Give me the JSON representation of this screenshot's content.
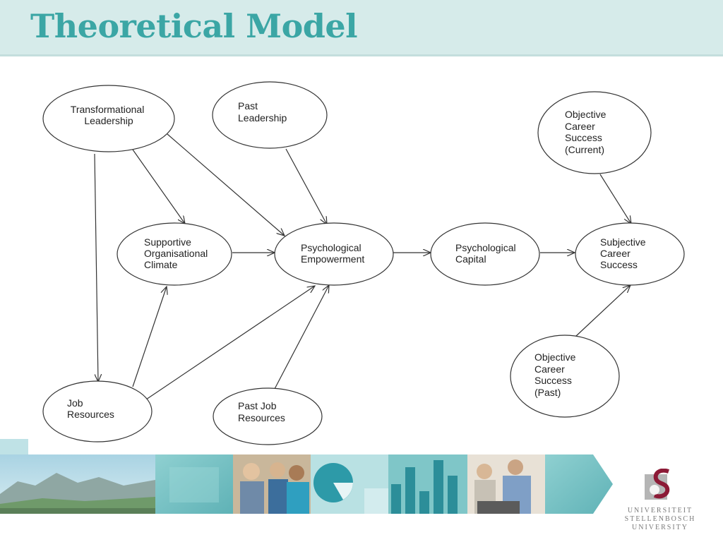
{
  "slide": {
    "title": "Theoretical Model"
  },
  "nodes": [
    {
      "id": "transformational-leadership",
      "lines": [
        "Transformational",
        "Leadership"
      ]
    },
    {
      "id": "past-leadership",
      "lines": [
        "Past",
        "Leadership"
      ]
    },
    {
      "id": "supportive-organisational-climate",
      "lines": [
        "Supportive",
        "Organisational",
        "Climate"
      ]
    },
    {
      "id": "psychological-empowerment",
      "lines": [
        "Psychological",
        "Empowerment"
      ]
    },
    {
      "id": "psychological-capital",
      "lines": [
        "Psychological",
        "Capital"
      ]
    },
    {
      "id": "subjective-career-success",
      "lines": [
        "Subjective",
        "Career",
        "Success"
      ]
    },
    {
      "id": "objective-career-success-current",
      "lines": [
        "Objective",
        "Career",
        "Success",
        "(Current)"
      ]
    },
    {
      "id": "objective-career-success-past",
      "lines": [
        "Objective",
        "Career",
        "Success",
        "(Past)"
      ]
    },
    {
      "id": "job-resources",
      "lines": [
        "Job",
        "Resources"
      ]
    },
    {
      "id": "past-job-resources",
      "lines": [
        "Past Job",
        "Resources"
      ]
    }
  ],
  "edges": [
    [
      "transformational-leadership",
      "job-resources"
    ],
    [
      "transformational-leadership",
      "supportive-organisational-climate"
    ],
    [
      "transformational-leadership",
      "psychological-empowerment"
    ],
    [
      "past-leadership",
      "psychological-empowerment"
    ],
    [
      "supportive-organisational-climate",
      "psychological-empowerment"
    ],
    [
      "job-resources",
      "supportive-organisational-climate"
    ],
    [
      "job-resources",
      "psychological-empowerment"
    ],
    [
      "past-job-resources",
      "psychological-empowerment"
    ],
    [
      "psychological-empowerment",
      "psychological-capital"
    ],
    [
      "psychological-capital",
      "subjective-career-success"
    ],
    [
      "objective-career-success-current",
      "subjective-career-success"
    ],
    [
      "objective-career-success-past",
      "subjective-career-success"
    ]
  ],
  "logo": {
    "lines": [
      "UNIVERSITEIT",
      "STELLENBOSCH",
      "UNIVERSITY"
    ]
  },
  "colors": {
    "title": "#3ba6a5",
    "title_bar": "#d6ebea",
    "banner_teal": "#7fc6c8",
    "logo_maroon": "#8c1a36"
  }
}
